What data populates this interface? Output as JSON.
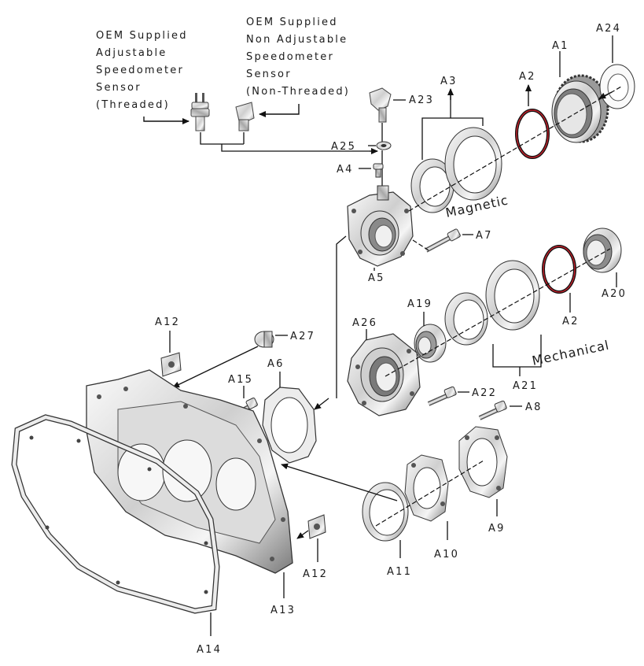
{
  "colors": {
    "metal_light": "#f2f2f2",
    "metal_mid": "#bdbdbd",
    "metal_dark": "#6e6e6e",
    "gasket_red": "#c0202a",
    "line": "#111111"
  },
  "notes": {
    "adjustable": [
      "OEM Supplied",
      "Adjustable",
      "Speedometer",
      "Sensor",
      "(Threaded)"
    ],
    "non_adjustable": [
      "OEM Supplied",
      "Non Adjustable",
      "Speedometer",
      "Sensor",
      "(Non-Threaded)"
    ]
  },
  "captions": {
    "magnetic": "Magnetic",
    "mechanical": "Mechanical"
  },
  "labels": {
    "a1": "A1",
    "a2_top": "A2",
    "a2_mid": "A2",
    "a3": "A3",
    "a4": "A4",
    "a5": "A5",
    "a6": "A6",
    "a7": "A7",
    "a8": "A8",
    "a9": "A9",
    "a10": "A10",
    "a11": "A11",
    "a12_top": "A12",
    "a12_bottom": "A12",
    "a13": "A13",
    "a14": "A14",
    "a15": "A15",
    "a19": "A19",
    "a20": "A20",
    "a21": "A21",
    "a22": "A22",
    "a23": "A23",
    "a24": "A24",
    "a25": "A25",
    "a26": "A26",
    "a27": "A27"
  }
}
